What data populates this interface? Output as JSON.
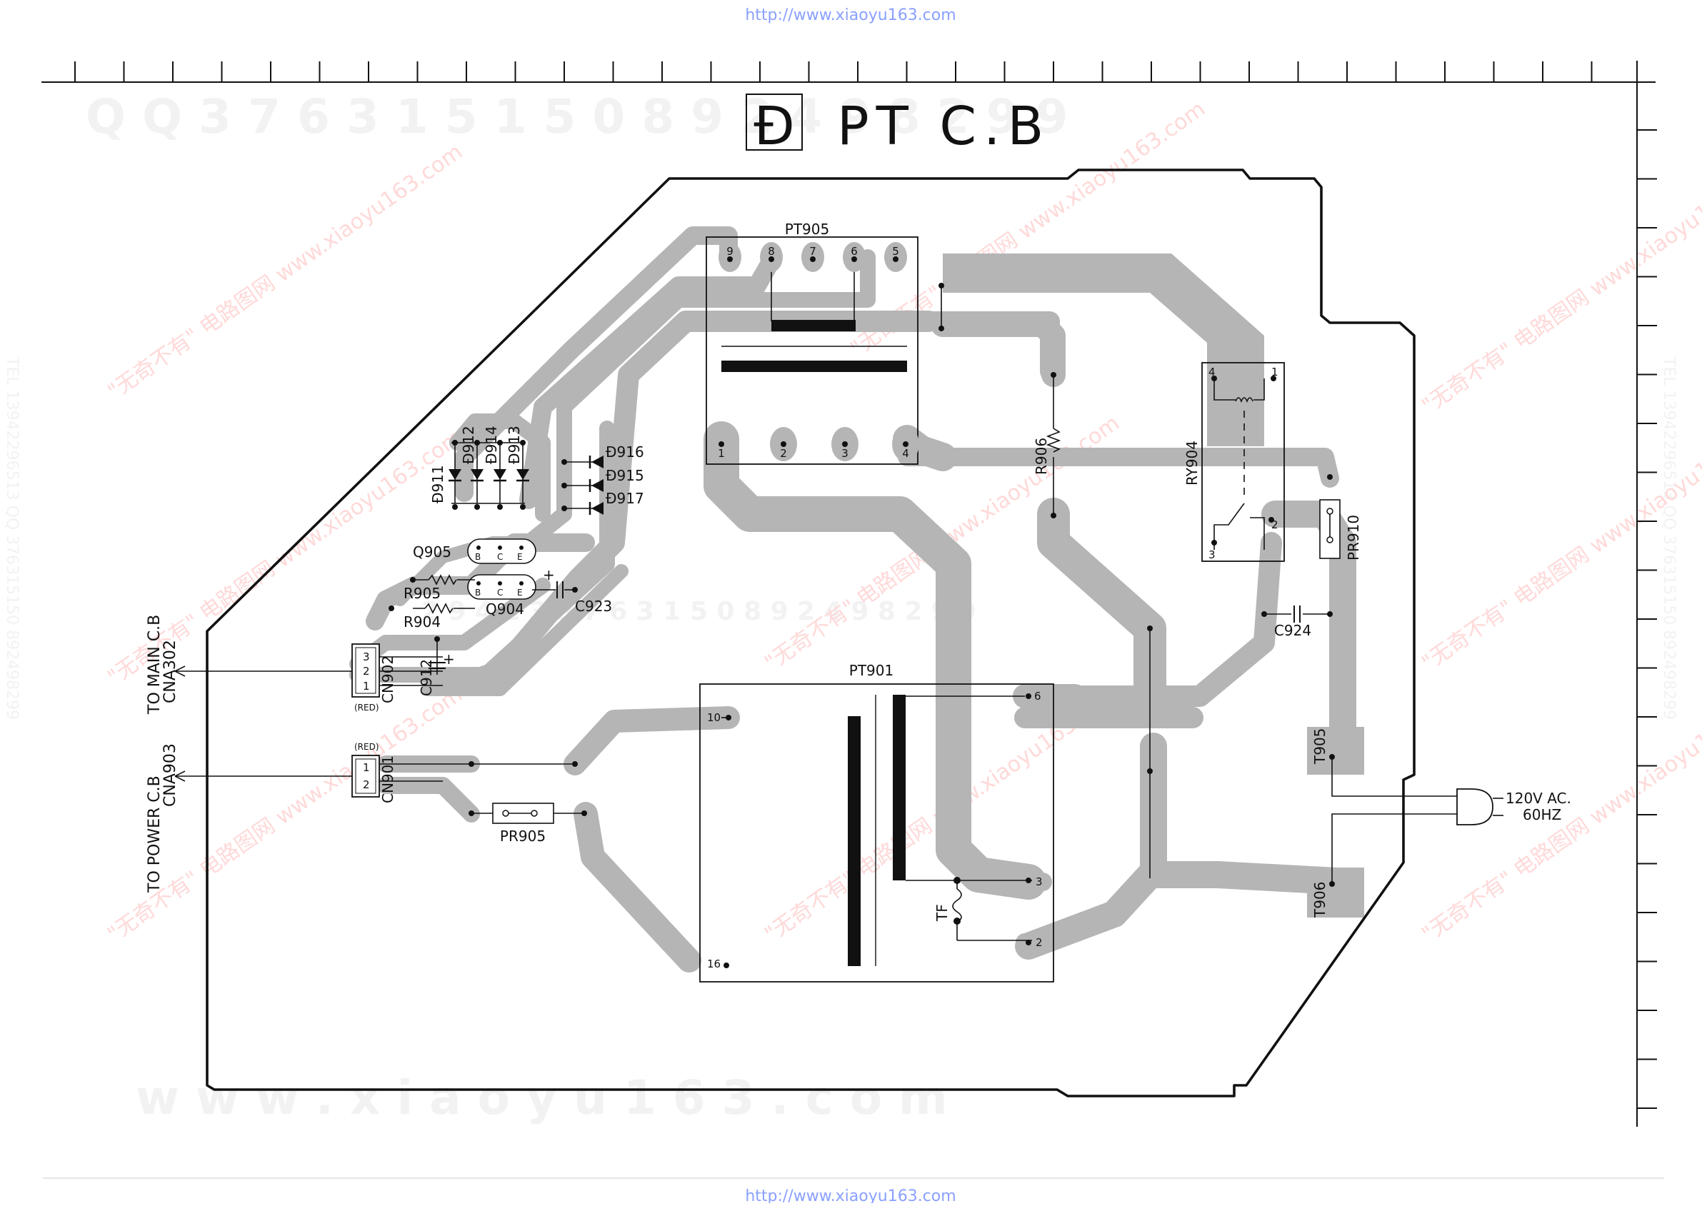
{
  "header_url": "http://www.xiaoyu163.com",
  "footer_url": "http://www.xiaoyu163.com",
  "title_symbol": "Đ",
  "title_text": "PT C.B",
  "watermarks": {
    "top_digits": "Q Q 3 7 6 3 1 5 1 5 0 8 9 2 4 9 8 2 9 9",
    "mid_digits": "2 9 4 1 3 9 7 6 3 1 5 0 8 9 2 4 9 8 2 9 9",
    "bottom_site": "w w w . x i a o y u 1 6 3 . c o m",
    "side_left": "TEL 13942296513 QQ 376315150 892498299",
    "side_right": "TEL 13942296513 QQ 376315150 892498299",
    "cn_site": "\"无奇不有\" 电路图网 www.xiaoyu163.com"
  },
  "components": {
    "pt905": "PT905",
    "pt901": "PT901",
    "ry904": "RY904",
    "r906": "R906",
    "pr910": "PR910",
    "pr905": "PR905",
    "c924": "C924",
    "c923": "C923",
    "c912": "C912",
    "q905": "Q905",
    "q904": "Q904",
    "r905": "R905",
    "r904": "R904",
    "d911": "Đ911",
    "d912": "Đ912",
    "d914": "Đ914",
    "d913": "Đ913",
    "d916": "Đ916",
    "d915": "Đ915",
    "d917": "Đ917",
    "cn902": "CN902",
    "cn901": "CN901",
    "t905": "T905",
    "t906": "T906",
    "tf": "TF",
    "red1": "(RED)",
    "red2": "(RED)",
    "q905_b": "B",
    "q905_c": "C",
    "q905_e": "E",
    "q904_b": "B",
    "q904_c": "C",
    "q904_e": "E",
    "pt905_pins_top": [
      "9",
      "8",
      "7",
      "6",
      "5"
    ],
    "pt905_pins_bottom": [
      "1",
      "2",
      "3",
      "4"
    ],
    "pt901_pin_10": "10",
    "pt901_pin_16": "16",
    "pt901_pin_6": "6",
    "pt901_pin_3": "3",
    "pt901_pin_2": "2",
    "ry904_pin_4": "4",
    "ry904_pin_1": "1",
    "ry904_pin_3": "3",
    "ry904_pin_2": "2",
    "cn902_pins": [
      "3",
      "2",
      "1"
    ],
    "cn901_pins": [
      "1",
      "2"
    ]
  },
  "connections": {
    "main_cb_line1": "TO MAIN C.B",
    "main_cb_line2": "CNA302",
    "power_cb_line1": "TO POWER C.B",
    "power_cb_line2": "CNA903",
    "ac_line1": "120V AC.",
    "ac_line2": "60HZ"
  }
}
